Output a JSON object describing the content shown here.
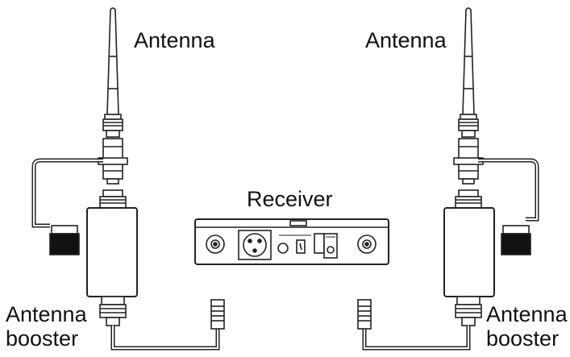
{
  "labels": {
    "antenna_left": "Antenna",
    "antenna_right": "Antenna",
    "receiver": "Receiver",
    "booster_left_line1": "Antenna",
    "booster_left_line2": "booster",
    "booster_right_line1": "Antenna",
    "booster_right_line2": "booster"
  },
  "colors": {
    "line": "#222222",
    "cable_fill": "#ffffff",
    "cap_fill": "#111111",
    "body_fill": "#ffffff"
  }
}
